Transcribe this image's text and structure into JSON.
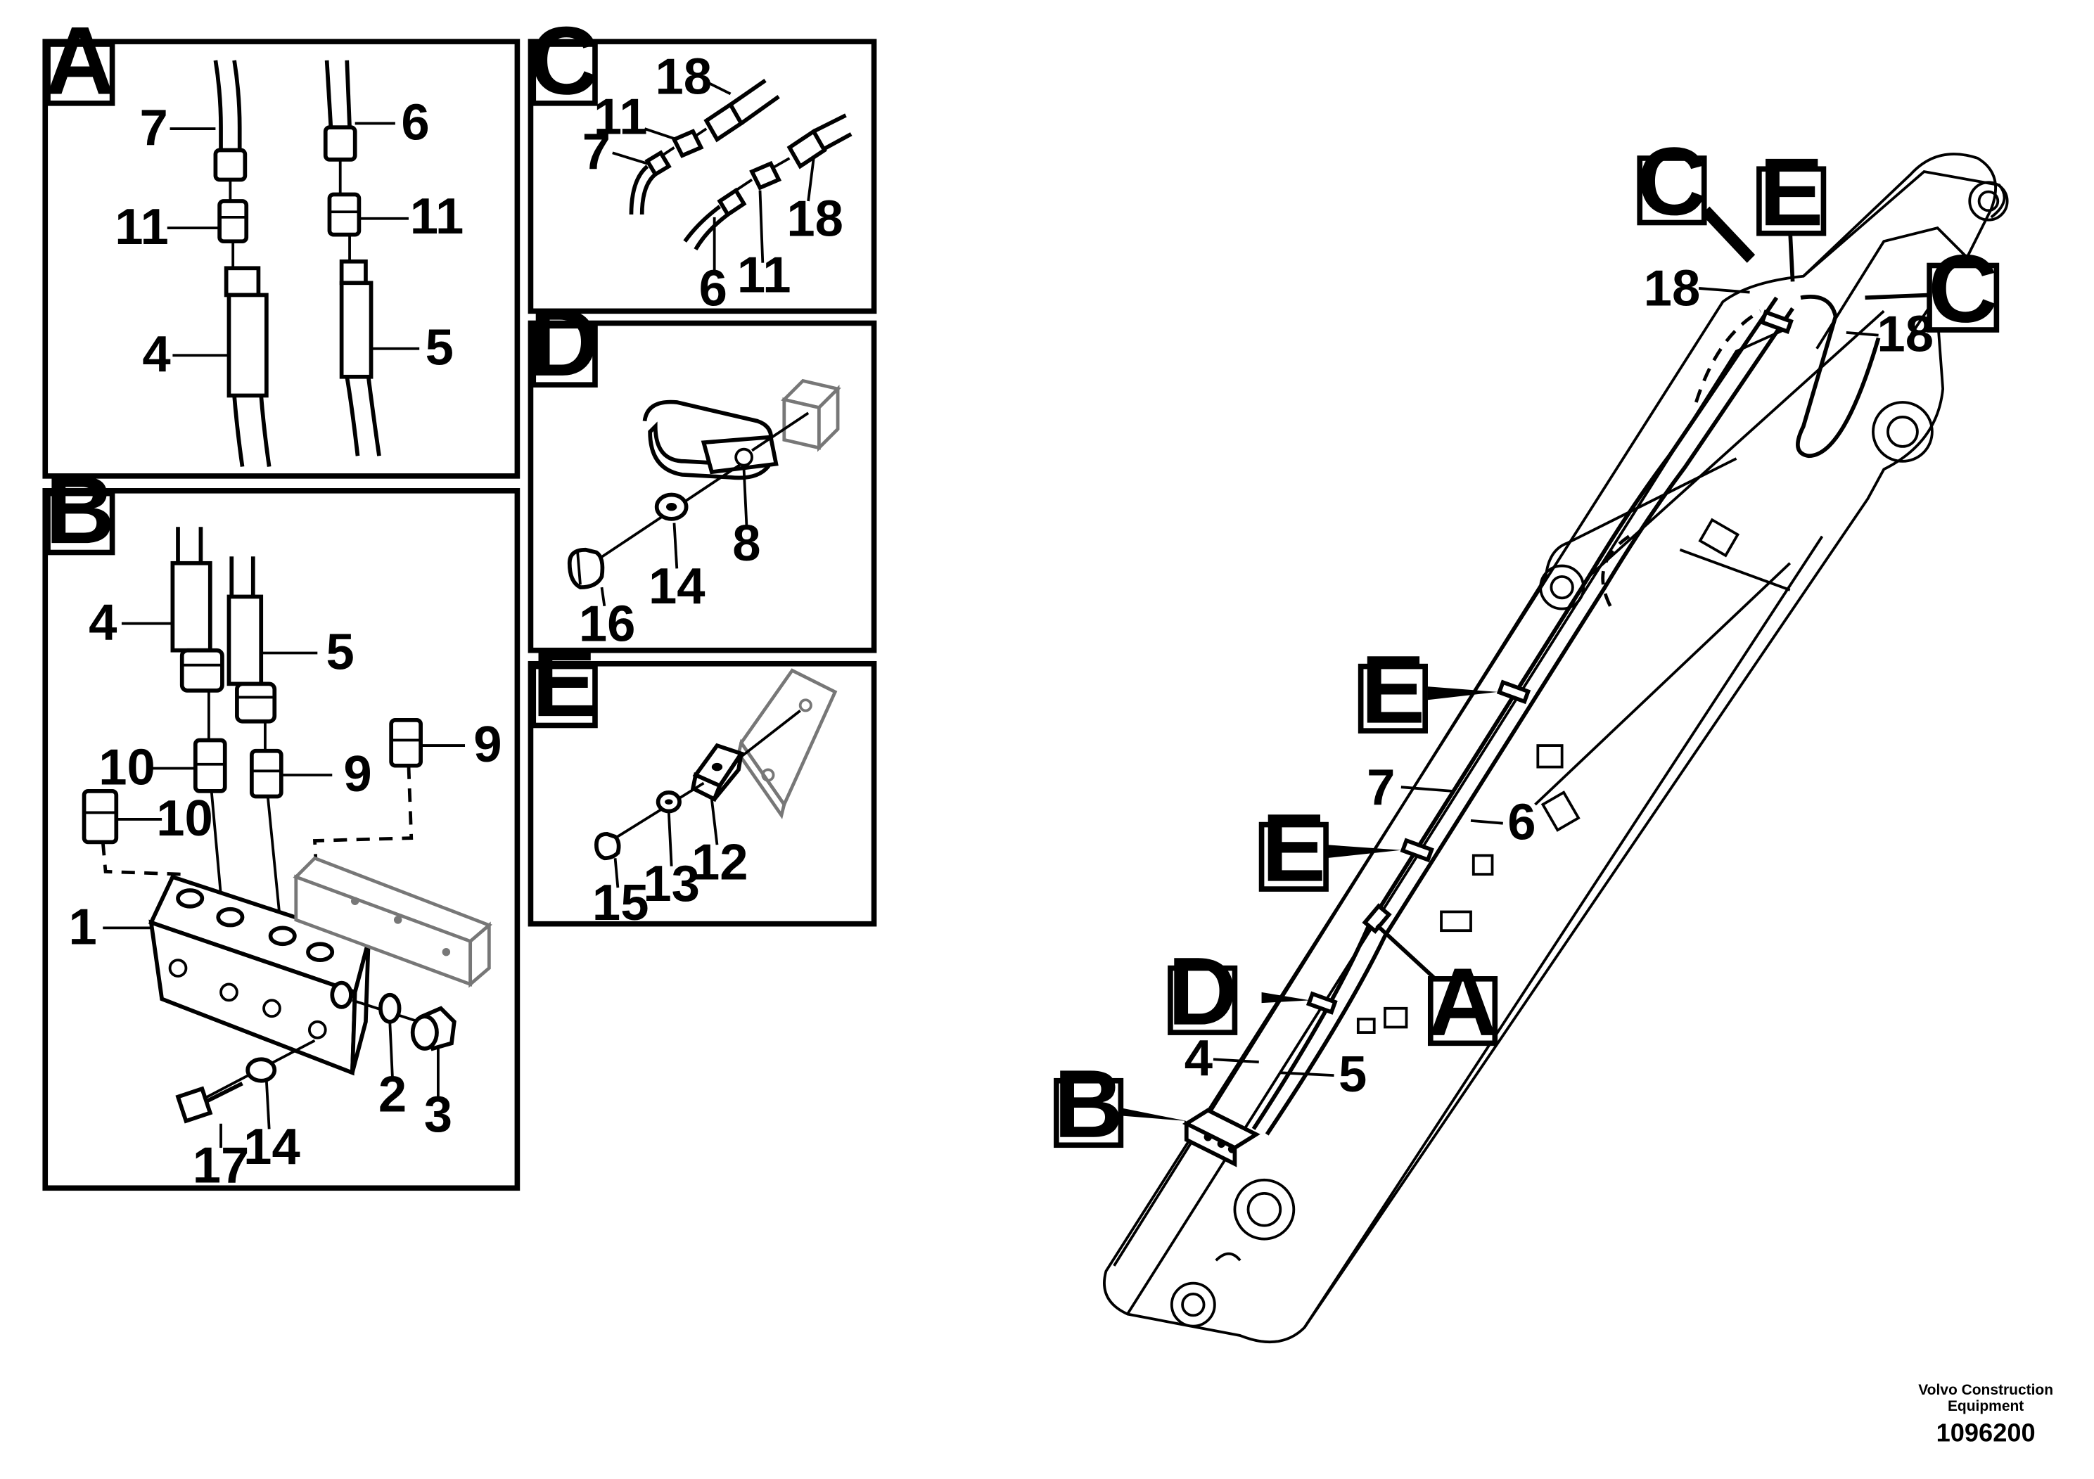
{
  "panels": {
    "A": {
      "letter": "A",
      "labels": {
        "p7": "7",
        "p6": "6",
        "p11a": "11",
        "p11b": "11",
        "p4": "4",
        "p5": "5"
      }
    },
    "B": {
      "letter": "B",
      "labels": {
        "p4": "4",
        "p5": "5",
        "p10a": "10",
        "p9a": "9",
        "p9b": "9",
        "p10b": "10",
        "p1": "1",
        "p2": "2",
        "p3": "3",
        "p17": "17",
        "p14": "14"
      }
    },
    "C": {
      "letter": "C",
      "labels": {
        "p18a": "18",
        "p11a": "11",
        "p7": "7",
        "p18b": "18",
        "p6": "6",
        "p11b": "11"
      }
    },
    "D": {
      "letter": "D",
      "labels": {
        "p8": "8",
        "p14": "14",
        "p16": "16"
      }
    },
    "E": {
      "letter": "E",
      "labels": {
        "p15": "15",
        "p13": "13",
        "p12": "12"
      }
    }
  },
  "main": {
    "callouts": {
      "C1": "C",
      "E1": "E",
      "C2": "C",
      "E2": "E",
      "E3": "E",
      "D": "D",
      "A": "A",
      "B": "B"
    },
    "labels": {
      "p18a": "18",
      "p18b": "18",
      "p7": "7",
      "p6": "6",
      "p4": "4",
      "p5": "5"
    }
  },
  "footer": {
    "company_line1": "Volvo Construction",
    "company_line2": "Equipment",
    "ref_number": "1096200"
  }
}
